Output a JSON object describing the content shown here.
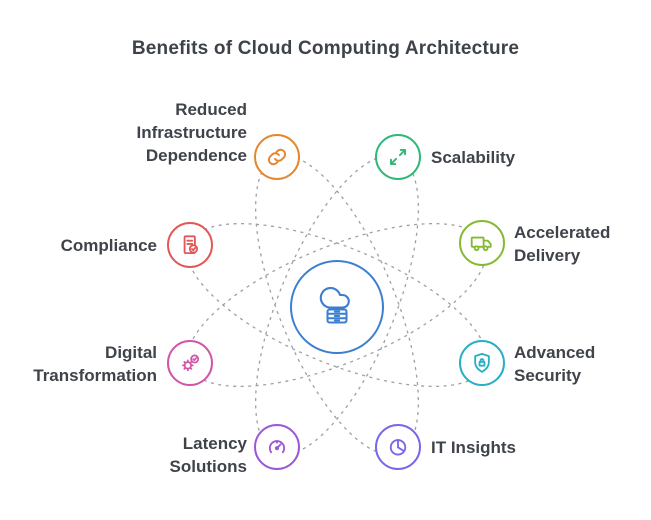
{
  "title": "Benefits of Cloud Computing Architecture",
  "colors": {
    "title_text": "#3d4349",
    "label_text": "#3f444b",
    "connector_line": "#9aa1a9",
    "center_blue": "#3c7fd0",
    "orange": "#e5872f",
    "green": "#2fb878",
    "red": "#e25757",
    "lime": "#84ba33",
    "pink": "#d155a8",
    "teal": "#29aec6",
    "purple": "#9b59d6",
    "violet": "#7668e8"
  },
  "center": {
    "icon": "cloud-server-icon"
  },
  "nodes": [
    {
      "label": "Reduced Infrastructure Dependence",
      "icon": "link-icon",
      "color": "#e5872f",
      "side": "left"
    },
    {
      "label": "Scalability",
      "icon": "expand-arrows-icon",
      "color": "#2fb878",
      "side": "right"
    },
    {
      "label": "Compliance",
      "icon": "document-check-icon",
      "color": "#e25757",
      "side": "left"
    },
    {
      "label": "Accelerated Delivery",
      "icon": "delivery-truck-icon",
      "color": "#84ba33",
      "side": "right"
    },
    {
      "label": "Digital Transformation",
      "icon": "gear-check-icon",
      "color": "#d155a8",
      "side": "left"
    },
    {
      "label": "Advanced Security",
      "icon": "shield-lock-icon",
      "color": "#29aec6",
      "side": "right"
    },
    {
      "label": "Latency Solutions",
      "icon": "gauge-icon",
      "color": "#9b59d6",
      "side": "left"
    },
    {
      "label": "IT Insights",
      "icon": "pie-chart-icon",
      "color": "#7668e8",
      "side": "right"
    }
  ]
}
